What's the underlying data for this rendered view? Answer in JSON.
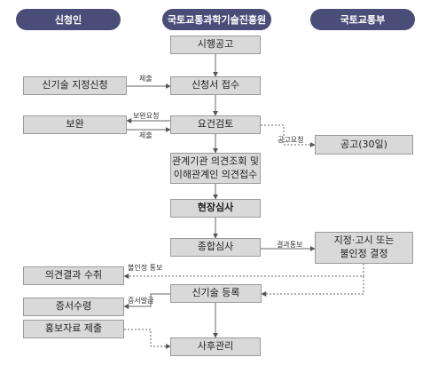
{
  "lanes": {
    "applicant": "신청인",
    "agency": "국토교통과학기술진흥원",
    "ministry": "국토교통부"
  },
  "steps": {
    "announce": "시행공고",
    "designation_request": "신기술 지정신청",
    "receive_application": "신청서 접수",
    "supplement": "보완",
    "review_requirements": "요건검토",
    "public_notice": "공고(30일)",
    "opinion_collect_line1": "관계기관 의견조회 및",
    "opinion_collect_line2": "이해관계인 의견접수",
    "site_inspection": "현장심사",
    "overall_review": "종합심사",
    "designation_notice_line1": "지정·고시 또는",
    "designation_notice_line2": "불인정 결정",
    "receive_result": "의견결과 수취",
    "register_tech": "신기술 등록",
    "receive_certificate": "증서수령",
    "submit_promo": "홍보자료 제출",
    "post_management": "사후관리"
  },
  "edge_labels": {
    "submit1": "제출",
    "supplement_request": "보완요청",
    "submit2": "제출",
    "notice_request": "공고요청",
    "result_notify": "결과통보",
    "rejection_notice": "불인정 통보",
    "certificate_issue": "증서발급"
  }
}
